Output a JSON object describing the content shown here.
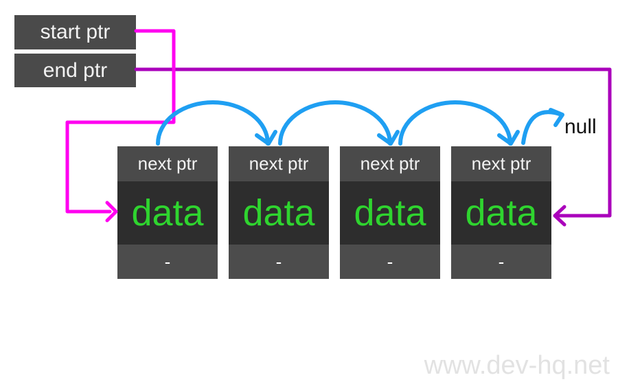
{
  "pointers": {
    "start": {
      "label": "start ptr"
    },
    "end": {
      "label": "end ptr"
    }
  },
  "nodes": [
    {
      "header": "next ptr",
      "data": "data",
      "footer": "-"
    },
    {
      "header": "next ptr",
      "data": "data",
      "footer": "-"
    },
    {
      "header": "next ptr",
      "data": "data",
      "footer": "-"
    },
    {
      "header": "next ptr",
      "data": "data",
      "footer": "-"
    }
  ],
  "null_label": "null",
  "watermark": "www.dev-hq.net",
  "colors": {
    "start_pointer_arrow": "#ff00f0",
    "end_pointer_arrow": "#aa00bb",
    "next_pointer_arrow": "#1f9ff2",
    "data_text": "#2fd42f",
    "box_background": "#4a4a4a",
    "data_background": "#2d2d2d",
    "box_text": "#f2f2f2",
    "null_text": "#111111",
    "watermark_text": "#e2e2e2"
  }
}
